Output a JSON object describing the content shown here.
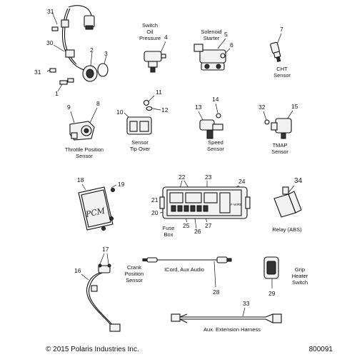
{
  "callouts": {
    "c1": "1",
    "c2": "2",
    "c3": "3",
    "c4": "4",
    "c5": "5",
    "c6": "6",
    "c7": "7",
    "c8": "8",
    "c9": "9",
    "c10": "10",
    "c11": "11",
    "c12": "12",
    "c13": "13",
    "c14": "14",
    "c15": "15",
    "c16": "16",
    "c17": "17",
    "c18": "18",
    "c19": "19",
    "c20": "20",
    "c21": "21",
    "c22": "22",
    "c23": "23",
    "c24": "24",
    "c25": "25",
    "c26": "26",
    "c27": "27",
    "c28": "28",
    "c29": "29",
    "c30": "30",
    "c31": "31",
    "c31b": "31",
    "c32": "32",
    "c33": "33",
    "c34": "34"
  },
  "captions": {
    "switch_oil_pressure": [
      "Switch",
      "Oil",
      "Pressure"
    ],
    "solenoid_starter": [
      "Solenoid",
      "Starter"
    ],
    "cht_sensor": [
      "CHT",
      "Sensor"
    ],
    "throttle_position_sensor": [
      "Throttle Position",
      "Sensor"
    ],
    "sensor_tip_over": [
      "Sensor",
      "Tip Over"
    ],
    "speed_sensor": [
      "Speed",
      "Sensor"
    ],
    "tmap_sensor": [
      "TMAP",
      "Sensor"
    ],
    "fuse_box": [
      "Fuse",
      "Box"
    ],
    "relay_abs": [
      "Relay (ABS)"
    ],
    "crank_position_sensor": [
      "Crank",
      "Position",
      "Sensor"
    ],
    "icord_aux_audio": [
      "ICord, Aux Audio"
    ],
    "grip_heater_switch": [
      "Grip",
      "Heater",
      "Switch"
    ],
    "aux_extension_harness": [
      "Aux. Extension Harness"
    ]
  },
  "pcm_label": "PCM",
  "fuse_box_marking": "F-WIRE",
  "footer": {
    "copyright": "© 2015 Polaris Industries Inc.",
    "figure_number": "800091"
  }
}
